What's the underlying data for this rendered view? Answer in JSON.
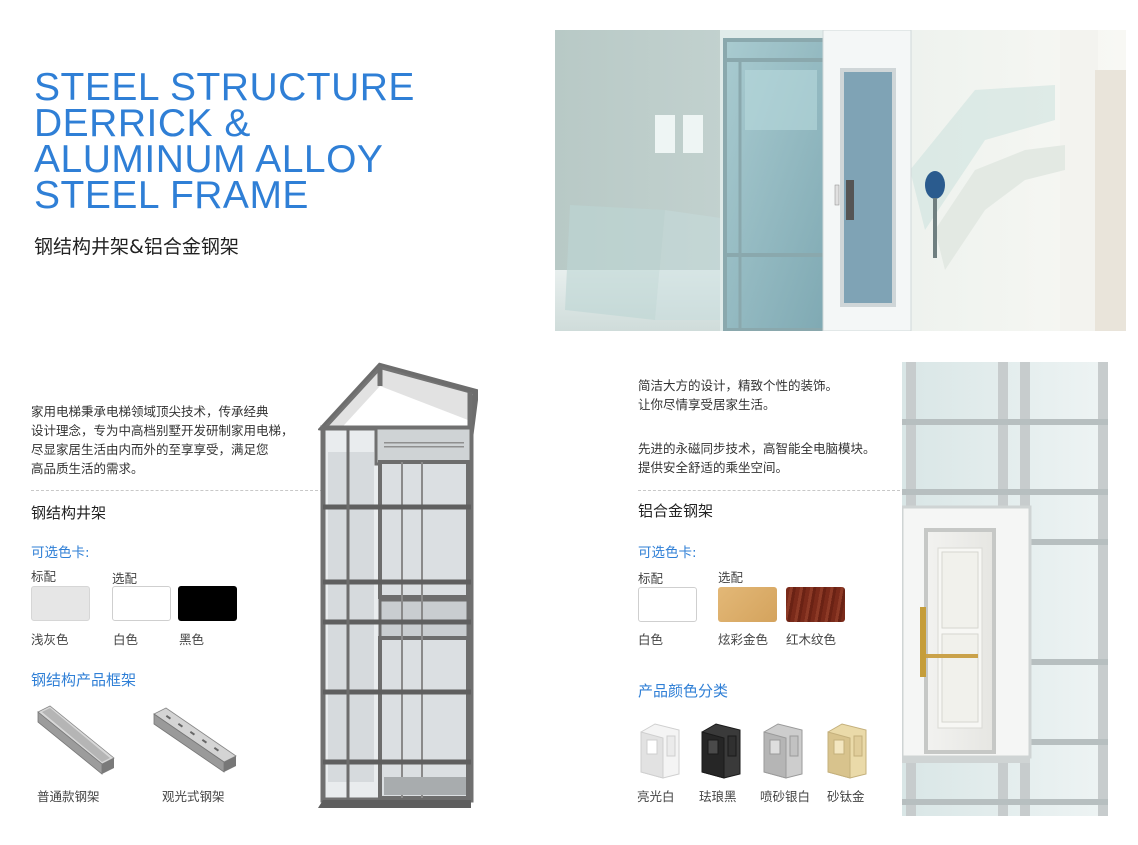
{
  "hero": {
    "title": "STEEL STRUCTURE\nDERRICK &\nALUMINUM ALLOY\nSTEEL FRAME",
    "subtitle": "钢结构井架&铝合金钢架"
  },
  "left": {
    "description": "家用电梯秉承电梯领域顶尖技术，传承经典\n设计理念，专为中高档别墅开发研制家用电梯，\n尽显家居生活由内而外的至享享受，满足您\n高品质生活的需求。",
    "section_title": "钢结构井架",
    "color_card_title": "可选色卡:",
    "standard_label": "标配",
    "optional_label": "选配",
    "swatches": [
      {
        "name": "浅灰色",
        "color": "#e6e6e6"
      },
      {
        "name": "白色",
        "color": "#ffffff"
      },
      {
        "name": "黑色",
        "color": "#000000"
      }
    ],
    "frame_title": "钢结构产品框架",
    "frames": [
      {
        "name": "普通款钢架"
      },
      {
        "name": "观光式钢架"
      }
    ]
  },
  "right": {
    "description_1": "简洁大方的设计，精致个性的装饰。\n让你尽情享受居家生活。",
    "description_2": "先进的永磁同步技术，高智能全电脑模块。\n提供安全舒适的乘坐空间。",
    "section_title": "铝合金钢架",
    "color_card_title": "可选色卡:",
    "standard_label": "标配",
    "optional_label": "选配",
    "swatches": [
      {
        "name": "白色",
        "color": "#ffffff"
      },
      {
        "name": "炫彩金色",
        "color": "#d9ad66"
      },
      {
        "name": "红木纹色",
        "color": "#7a2a1a"
      }
    ],
    "product_color_title": "产品颜色分类",
    "profiles": [
      {
        "name": "亮光白",
        "color": "#f4f4f4",
        "dark": "#cfcfcf"
      },
      {
        "name": "珐琅黑",
        "color": "#3a3a3a",
        "dark": "#1a1a1a"
      },
      {
        "name": "喷砂银白",
        "color": "#c9c9c9",
        "dark": "#9a9a9a"
      },
      {
        "name": "砂钛金",
        "color": "#e8d7a8",
        "dark": "#c4b07c"
      }
    ]
  }
}
